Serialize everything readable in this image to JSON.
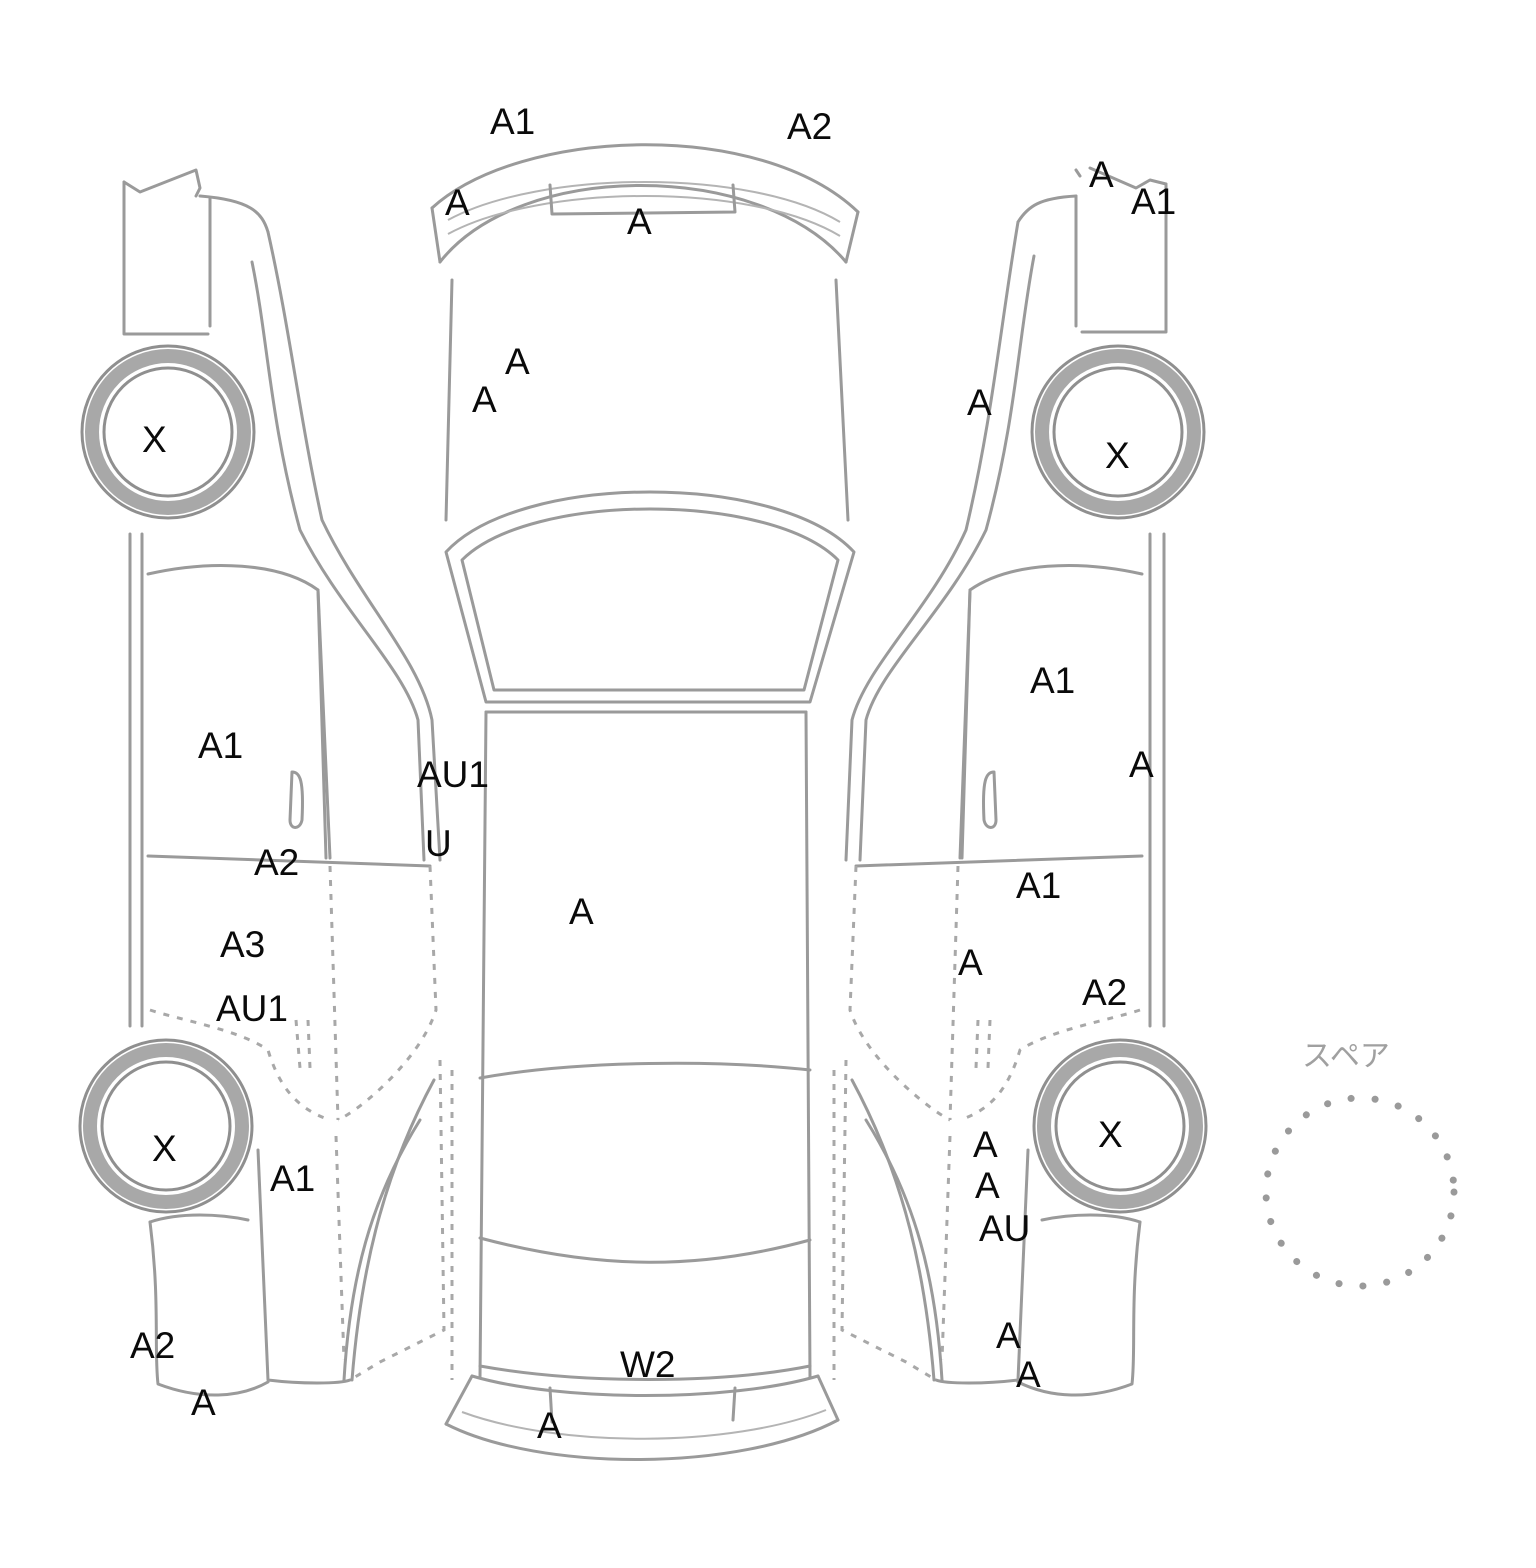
{
  "spare_label": "スペア",
  "marks": [
    {
      "id": "roof-front-left",
      "text": "A1"
    },
    {
      "id": "roof-front-right",
      "text": "A2"
    },
    {
      "id": "front-bumper-left",
      "text": "A"
    },
    {
      "id": "front-grille",
      "text": "A"
    },
    {
      "id": "hood-1",
      "text": "A"
    },
    {
      "id": "hood-2",
      "text": "A"
    },
    {
      "id": "right-front-bumper-1",
      "text": "A"
    },
    {
      "id": "right-front-bumper-2",
      "text": "A1"
    },
    {
      "id": "right-fender",
      "text": "A"
    },
    {
      "id": "left-front-tire",
      "text": "X"
    },
    {
      "id": "right-front-tire",
      "text": "X"
    },
    {
      "id": "left-front-door",
      "text": "A1"
    },
    {
      "id": "left-pillar",
      "text": "AU1"
    },
    {
      "id": "left-pillar-lower",
      "text": "U"
    },
    {
      "id": "left-door-line",
      "text": "A2"
    },
    {
      "id": "roof-center",
      "text": "A"
    },
    {
      "id": "left-rear-door",
      "text": "A3"
    },
    {
      "id": "left-rocker",
      "text": "AU1"
    },
    {
      "id": "left-rear-tire",
      "text": "X"
    },
    {
      "id": "left-quarter",
      "text": "A1"
    },
    {
      "id": "left-rear-bumper-1",
      "text": "A2"
    },
    {
      "id": "left-rear-bumper-2",
      "text": "A"
    },
    {
      "id": "rear-window",
      "text": "W2"
    },
    {
      "id": "rear-bumper",
      "text": "A"
    },
    {
      "id": "right-front-door",
      "text": "A1"
    },
    {
      "id": "right-door-edge",
      "text": "A"
    },
    {
      "id": "right-door-line",
      "text": "A1"
    },
    {
      "id": "right-rear-door",
      "text": "A"
    },
    {
      "id": "right-rocker",
      "text": "A2"
    },
    {
      "id": "right-rear-tire",
      "text": "X"
    },
    {
      "id": "right-quarter-1",
      "text": "A"
    },
    {
      "id": "right-quarter-2",
      "text": "A"
    },
    {
      "id": "right-quarter-3",
      "text": "AU"
    },
    {
      "id": "right-rear-bumper-1",
      "text": "A"
    },
    {
      "id": "right-rear-bumper-2",
      "text": "A"
    }
  ]
}
